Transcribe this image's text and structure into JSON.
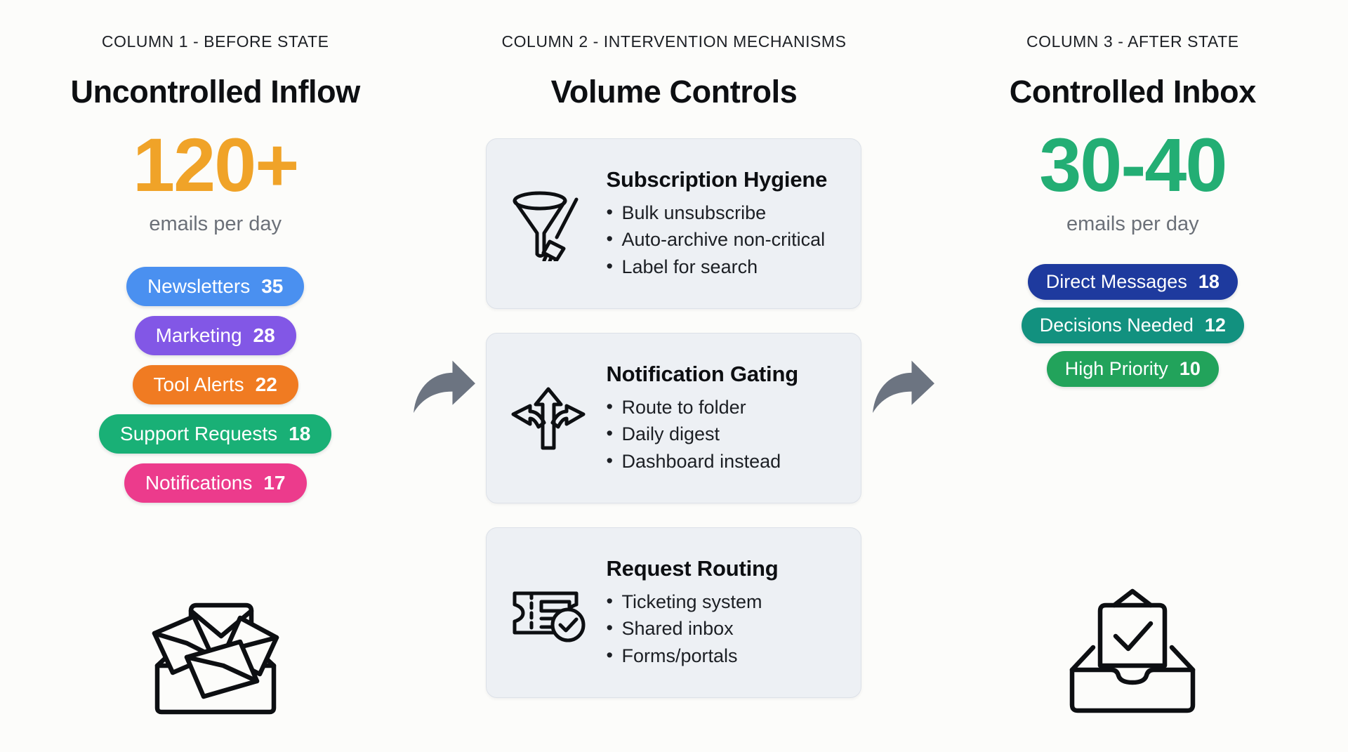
{
  "colors": {
    "canvas": "#FCFCFA",
    "before_accent": "#F0A328",
    "after_accent": "#23AE74",
    "card_bg": "#EDF0F4",
    "card_border": "#DCE1E8",
    "arrow": "#6C7481"
  },
  "columns": {
    "before": {
      "kicker": "COLUMN 1 - BEFORE STATE",
      "title": "Uncontrolled Inflow",
      "metric": "120+",
      "metric_sub": "emails per day",
      "icon": "overflowing-inbox-icon",
      "pills": [
        {
          "label": "Newsletters",
          "value": "35",
          "color": "#4A90F0"
        },
        {
          "label": "Marketing",
          "value": "28",
          "color": "#8257E6"
        },
        {
          "label": "Tool Alerts",
          "value": "22",
          "color": "#F07B22"
        },
        {
          "label": "Support Requests",
          "value": "18",
          "color": "#19B076"
        },
        {
          "label": "Notifications",
          "value": "17",
          "color": "#EC3B8C"
        }
      ]
    },
    "middle": {
      "kicker": "COLUMN 2 - INTERVENTION MECHANISMS",
      "title": "Volume Controls",
      "cards": [
        {
          "icon": "funnel-brush-icon",
          "title": "Subscription Hygiene",
          "bullets": [
            "Bulk unsubscribe",
            "Auto-archive non-critical",
            "Label for search"
          ]
        },
        {
          "icon": "branching-arrows-icon",
          "title": "Notification Gating",
          "bullets": [
            "Route to folder",
            "Daily digest",
            "Dashboard instead"
          ]
        },
        {
          "icon": "ticket-check-icon",
          "title": "Request Routing",
          "bullets": [
            "Ticketing system",
            "Shared inbox",
            "Forms/portals"
          ]
        }
      ]
    },
    "after": {
      "kicker": "COLUMN 3 - AFTER STATE",
      "title": "Controlled Inbox",
      "metric": "30-40",
      "metric_sub": "emails per day",
      "icon": "inbox-check-icon",
      "pills": [
        {
          "label": "Direct Messages",
          "value": "18",
          "color": "#1E3A9E"
        },
        {
          "label": "Decisions Needed",
          "value": "12",
          "color": "#12917F"
        },
        {
          "label": "High Priority",
          "value": "10",
          "color": "#22A35B"
        }
      ]
    }
  },
  "arrows": [
    {
      "name": "flow-arrow-before-to-middle"
    },
    {
      "name": "flow-arrow-middle-to-after"
    }
  ]
}
